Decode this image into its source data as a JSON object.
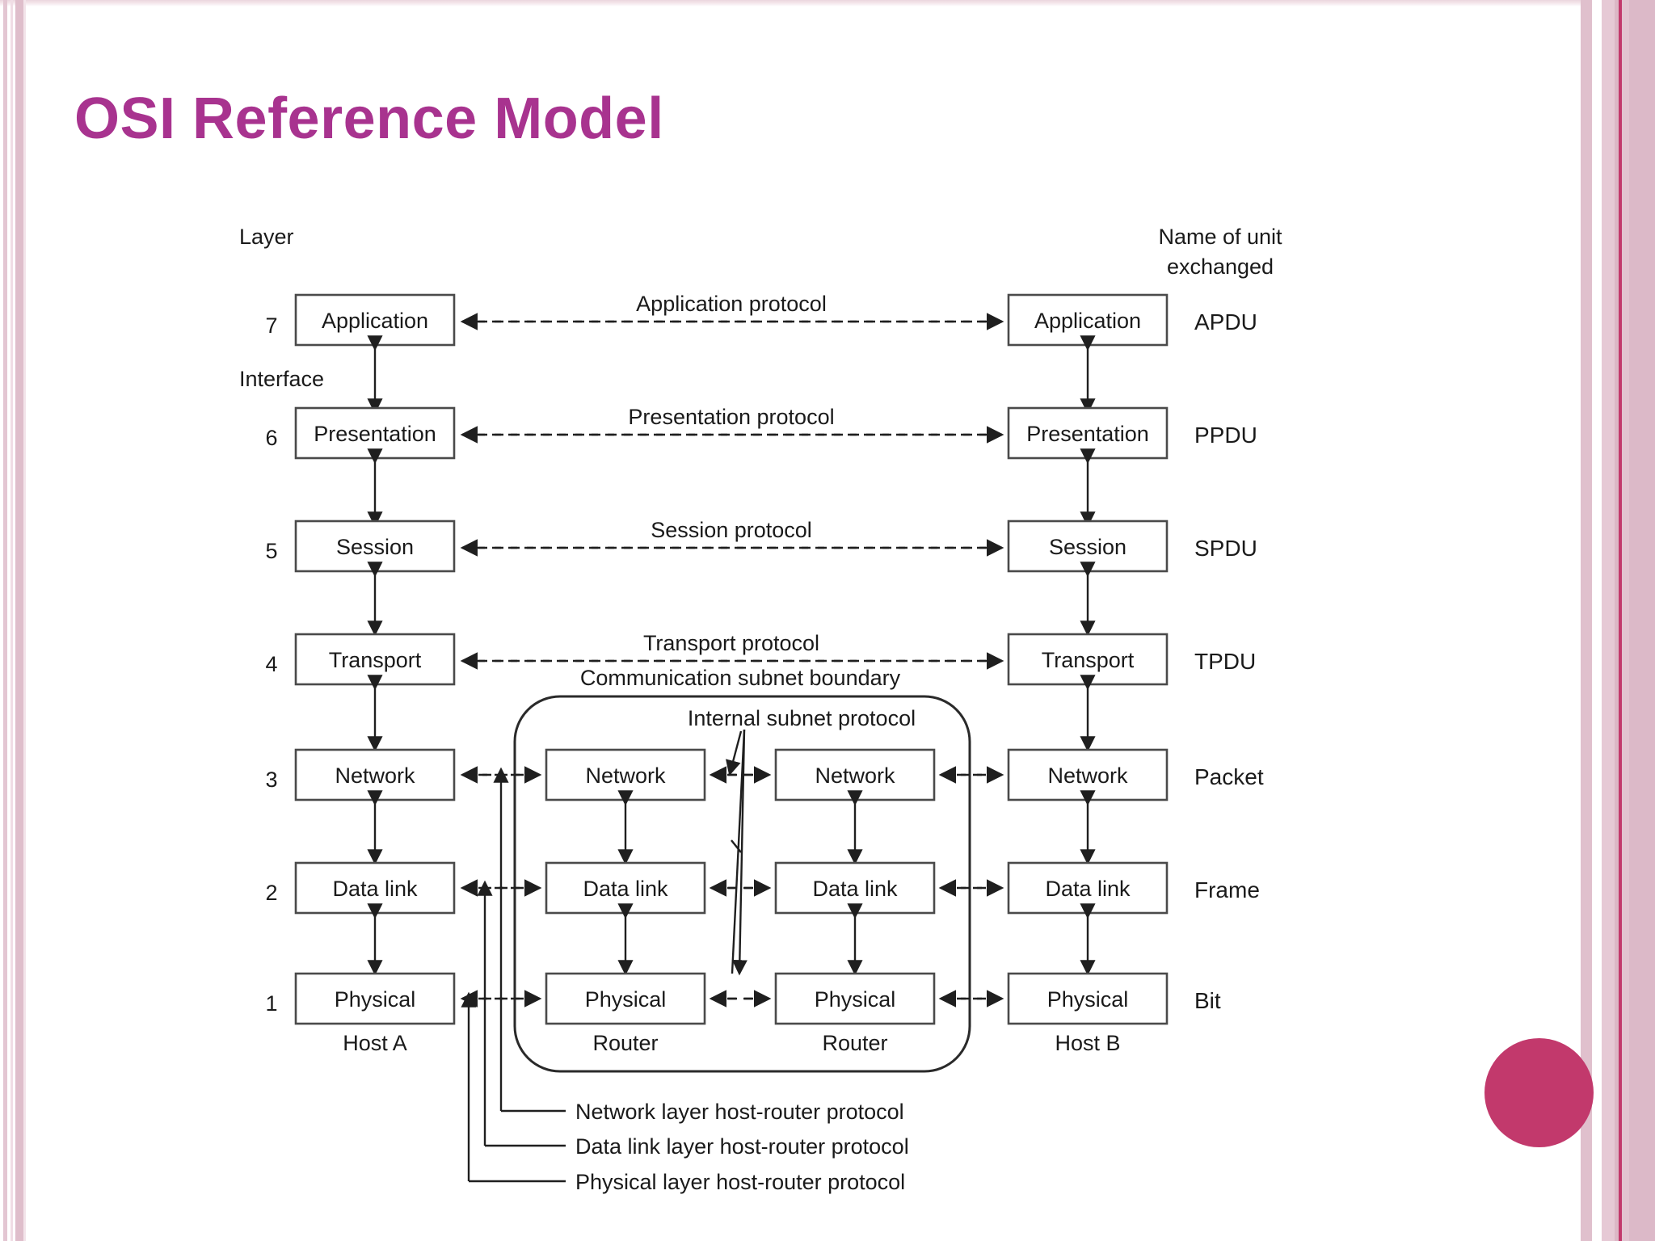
{
  "slide": {
    "title": "OSI Reference Model",
    "title_color": "#a8338f",
    "background_color": "#ffffff",
    "accent_circle_color": "#c2396c",
    "border_stripe_color": "#dfbecb"
  },
  "diagram": {
    "header_left": "Layer",
    "header_right_line1": "Name of unit",
    "header_right_line2": "exchanged",
    "interface_label": "Interface",
    "subnet_boundary_label": "Communication subnet boundary",
    "internal_subnet_label": "Internal subnet protocol",
    "column_captions": [
      "Host A",
      "Router",
      "Router",
      "Host B"
    ],
    "layers": [
      {
        "number": "7",
        "name": "Application",
        "protocol": "Application protocol",
        "unit": "APDU",
        "spans_subnet": false
      },
      {
        "number": "6",
        "name": "Presentation",
        "protocol": "Presentation protocol",
        "unit": "PPDU",
        "spans_subnet": false
      },
      {
        "number": "5",
        "name": "Session",
        "protocol": "Session protocol",
        "unit": "SPDU",
        "spans_subnet": false
      },
      {
        "number": "4",
        "name": "Transport",
        "protocol": "Transport protocol",
        "unit": "TPDU",
        "spans_subnet": false
      },
      {
        "number": "3",
        "name": "Network",
        "protocol": "",
        "unit": "Packet",
        "spans_subnet": true
      },
      {
        "number": "2",
        "name": "Data link",
        "protocol": "",
        "unit": "Frame",
        "spans_subnet": true
      },
      {
        "number": "1",
        "name": "Physical",
        "protocol": "",
        "unit": "Bit",
        "spans_subnet": true
      }
    ],
    "legend": [
      "Network layer host-router protocol",
      "Data link layer host-router protocol",
      "Physical layer host-router protocol"
    ]
  }
}
